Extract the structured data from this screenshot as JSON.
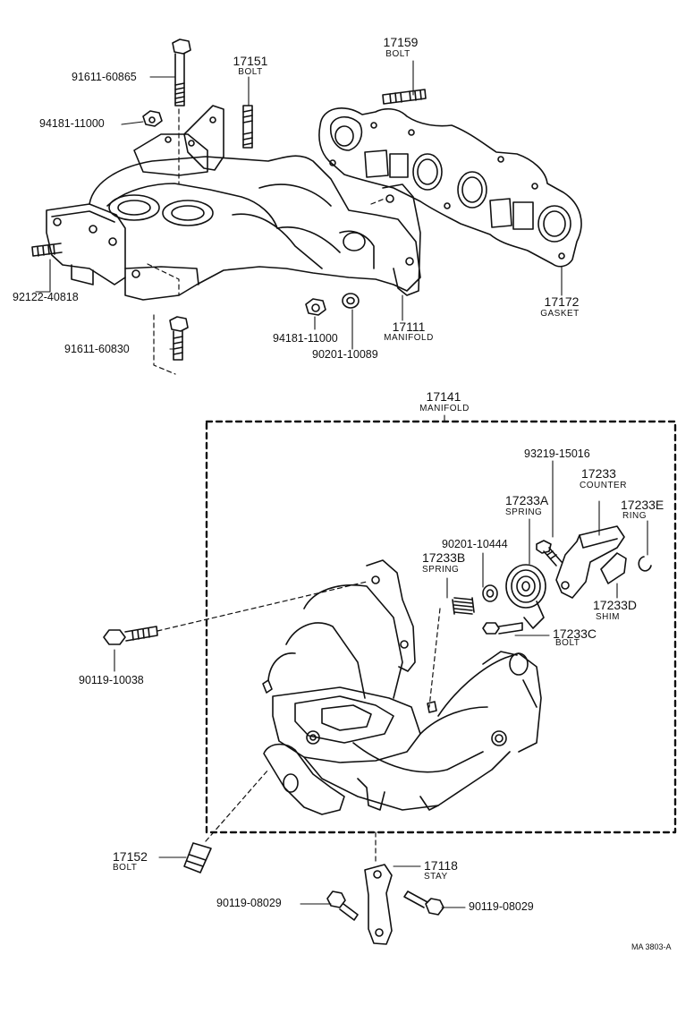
{
  "diagram_code": "MA 3803-A",
  "parts": {
    "p91611_60865": "91611-60865",
    "p17151": "17151",
    "p17151_name": "BOLT",
    "p17159": "17159",
    "p17159_name": "BOLT",
    "p94181_11000_a": "94181-11000",
    "p92122_40818": "92122-40818",
    "p91611_60830": "91611-60830",
    "p94181_11000_b": "94181-11000",
    "p90201_10089": "90201-10089",
    "p17111": "17111",
    "p17111_name": "MANIFOLD",
    "p17172": "17172",
    "p17172_name": "GASKET",
    "p17141": "17141",
    "p17141_name": "MANIFOLD",
    "p93219_15016": "93219-15016",
    "p17233": "17233",
    "p17233_name": "COUNTER",
    "p17233A": "17233A",
    "p17233A_name": "SPRING",
    "p17233E": "17233E",
    "p17233E_name": "RING",
    "p90201_10444": "90201-10444",
    "p17233B": "17233B",
    "p17233B_name": "SPRING",
    "p17233D": "17233D",
    "p17233D_name": "SHIM",
    "p17233C": "17233C",
    "p17233C_name": "BOLT",
    "p90119_10038": "90119-10038",
    "p17152": "17152",
    "p17152_name": "BOLT",
    "p17118": "17118",
    "p17118_name": "STAY",
    "p90119_08029_a": "90119-08029",
    "p90119_08029_b": "90119-08029"
  }
}
